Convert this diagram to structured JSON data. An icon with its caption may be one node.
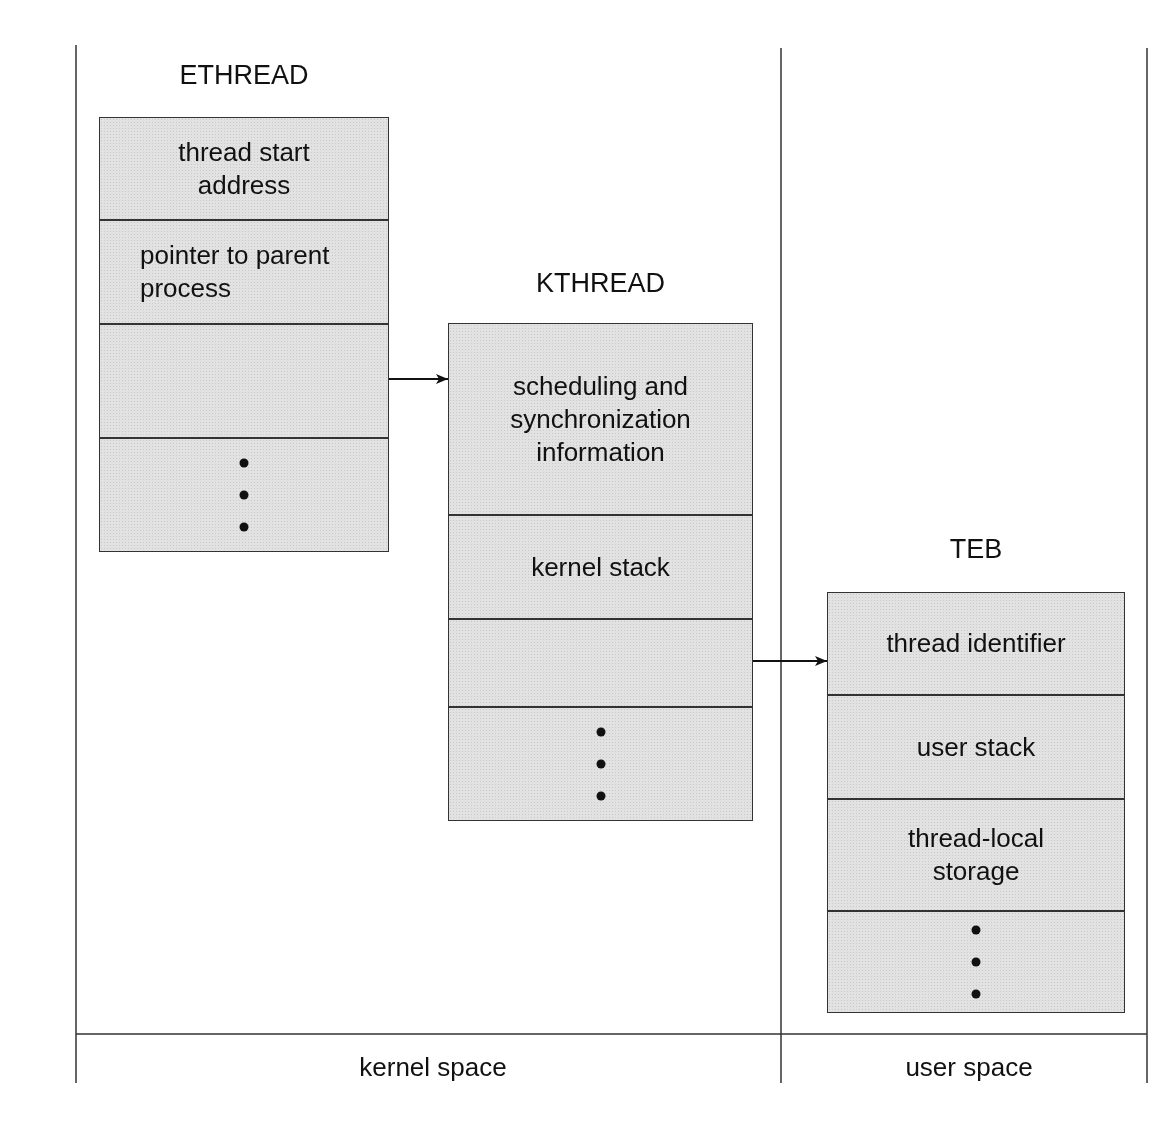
{
  "diagram": {
    "nodes": [
      {
        "text": [
          "ETHREAD"
        ]
      },
      {
        "text": [
          "thread start address"
        ],
        "in": 0
      },
      {
        "text": [
          "pointer to parent process"
        ],
        "in": 0
      },
      {
        "text": [],
        "shape": "box",
        "in": 0
      },
      {
        "text": [],
        "shape": "box",
        "in": 0
      },
      {
        "text": [
          "KTHREAD"
        ]
      },
      {
        "text": [
          "scheduling and synchronization information"
        ],
        "in": 5
      },
      {
        "text": [
          "kernel stack"
        ],
        "in": 5
      },
      {
        "text": [],
        "shape": "box",
        "in": 5
      },
      {
        "text": [],
        "shape": "box",
        "in": 5
      },
      {
        "text": [
          "TEB"
        ]
      },
      {
        "text": [
          "thread identifier"
        ],
        "in": 10
      },
      {
        "text": [
          "user stack"
        ],
        "in": 10
      },
      {
        "text": [
          "thread-local storage"
        ],
        "in": 10
      },
      {
        "text": [],
        "shape": "box",
        "in": 10
      }
    ],
    "edges": [
      {
        "from": 3,
        "to": 6,
        "arrow": "to"
      },
      {
        "from": 8,
        "to": 11,
        "arrow": "to"
      }
    ],
    "labels": [
      "kernel space",
      "user space"
    ]
  }
}
